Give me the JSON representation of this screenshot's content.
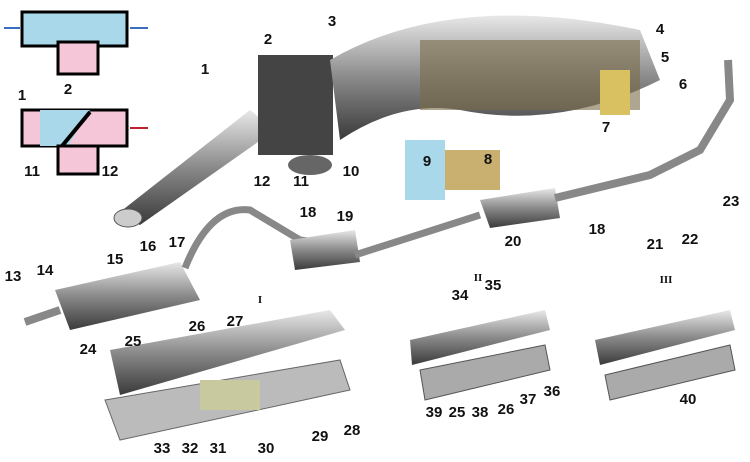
{
  "labels": [
    "1",
    "2",
    "3",
    "4",
    "5",
    "6",
    "7",
    "8",
    "9",
    "10",
    "11",
    "12",
    "13",
    "14",
    "15",
    "16",
    "17",
    "18",
    "18",
    "19",
    "20",
    "21",
    "22",
    "23",
    "24",
    "25",
    "26",
    "27",
    "28",
    "29",
    "30",
    "31",
    "32",
    "33",
    "34",
    "35",
    "36",
    "37",
    "38",
    "39",
    "25",
    "26",
    "40"
  ],
  "inset_labels": [
    "1",
    "2",
    "11",
    "12"
  ],
  "section_labels": [
    "I",
    "II",
    "III"
  ],
  "colors": {
    "cold_flow": "#a8d8ea",
    "hot_flow": "#f4c6d8",
    "metal": "#9a9a9a",
    "arrow_red": "#c0202a",
    "arrow_blue": "#3a6fc0"
  }
}
